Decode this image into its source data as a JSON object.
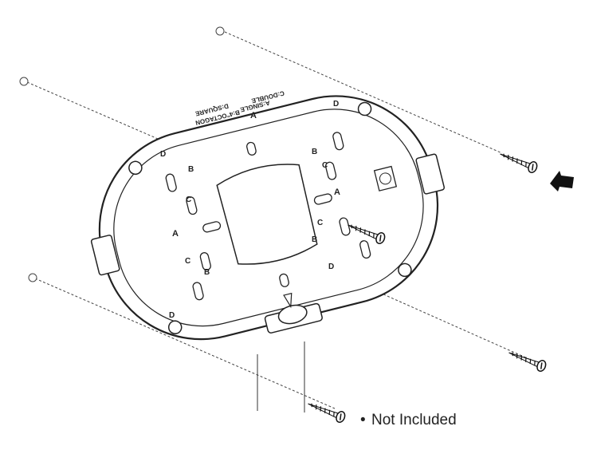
{
  "labels": {
    "legend_a": "A:SINGLE",
    "legend_b": "B:4\"OCTAGON",
    "legend_c": "C:DOUBLE",
    "legend_d": "D:SQUARE",
    "a": "A",
    "b": "B",
    "c": "C",
    "d": "D"
  },
  "note": {
    "bullet": "•",
    "text": "Not Included"
  },
  "icons": {
    "direction_arrow": "arrow-left-icon",
    "screw": "screw-icon",
    "hole_marker": "hole-marker-icon"
  }
}
